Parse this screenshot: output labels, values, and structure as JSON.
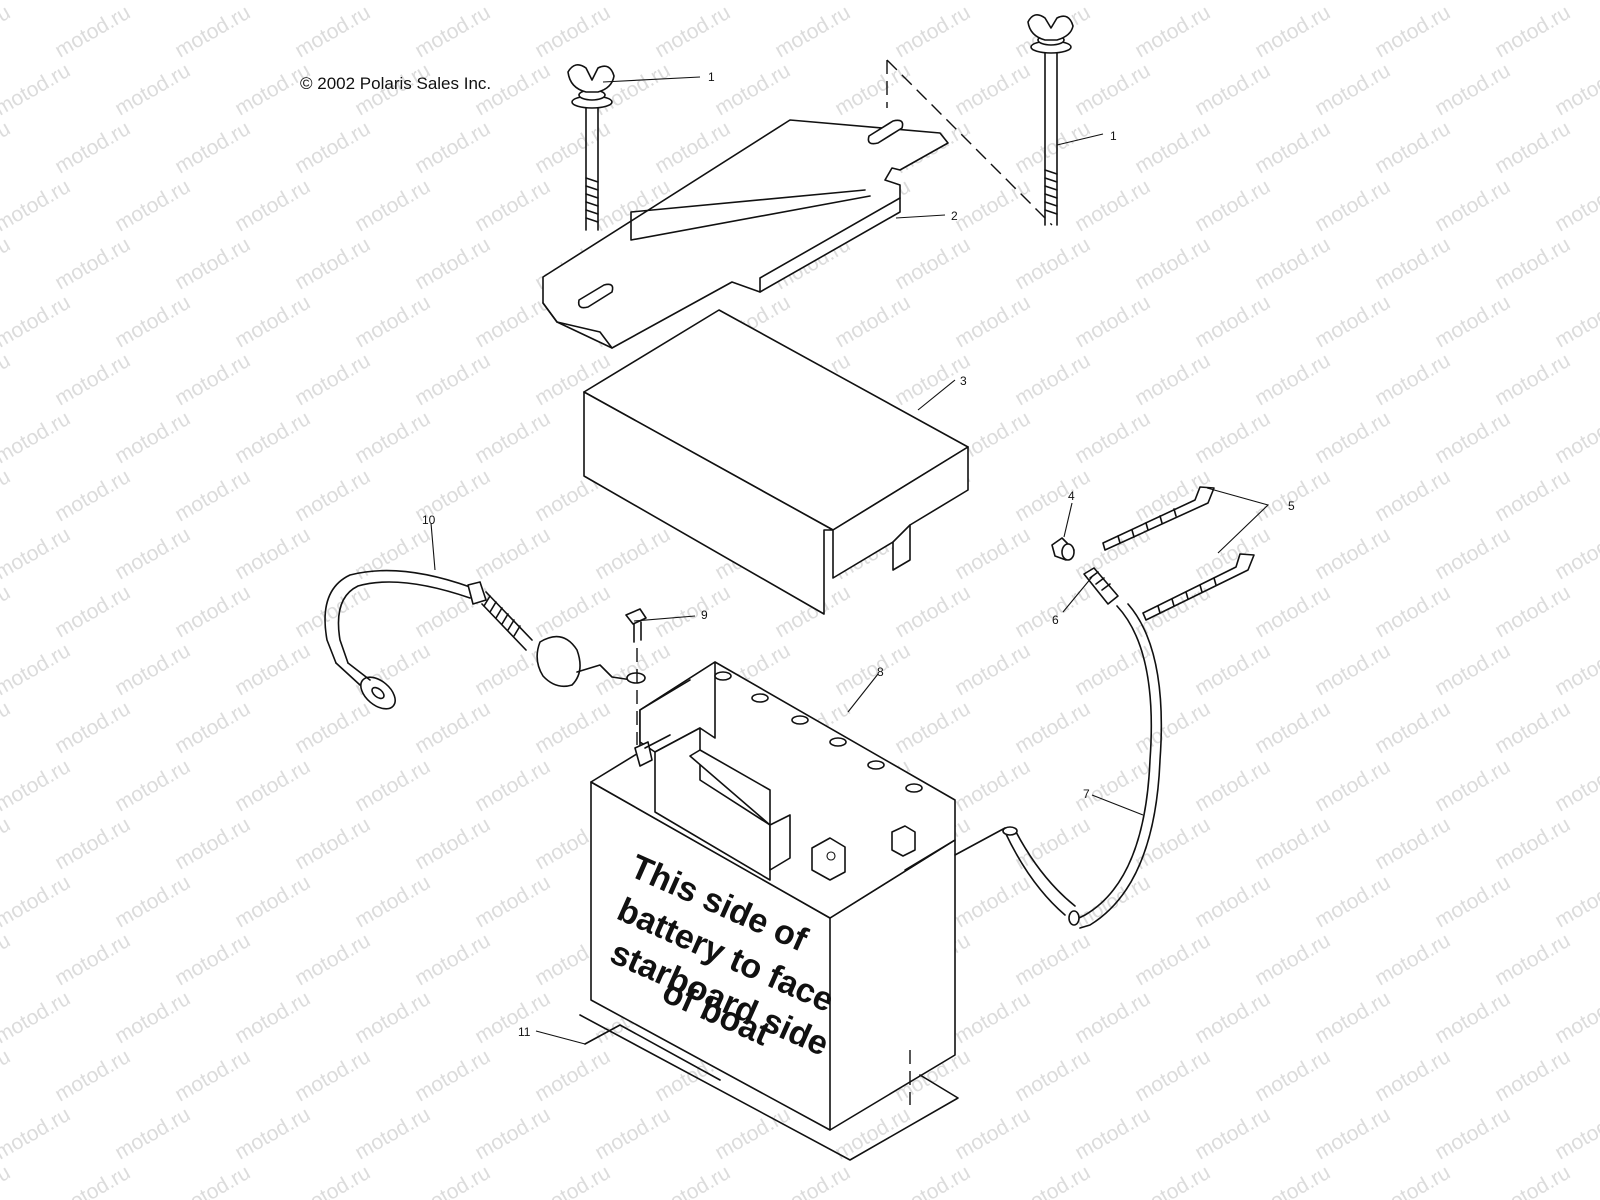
{
  "copyright": "© 2002 Polaris Sales Inc.",
  "watermark": "motod.ru",
  "battery_label": [
    "This side of",
    "battery to face",
    "starboard side",
    "of boat"
  ],
  "callouts": {
    "c1a": "1",
    "c1b": "1",
    "c2": "2",
    "c3": "3",
    "c4": "4",
    "c5": "5",
    "c6": "6",
    "c7": "7",
    "c8": "8",
    "c9": "9",
    "c10": "10",
    "c11": "11"
  },
  "colors": {
    "line": "#111111",
    "watermark": "#dcdcdc",
    "background": "#ffffff"
  }
}
